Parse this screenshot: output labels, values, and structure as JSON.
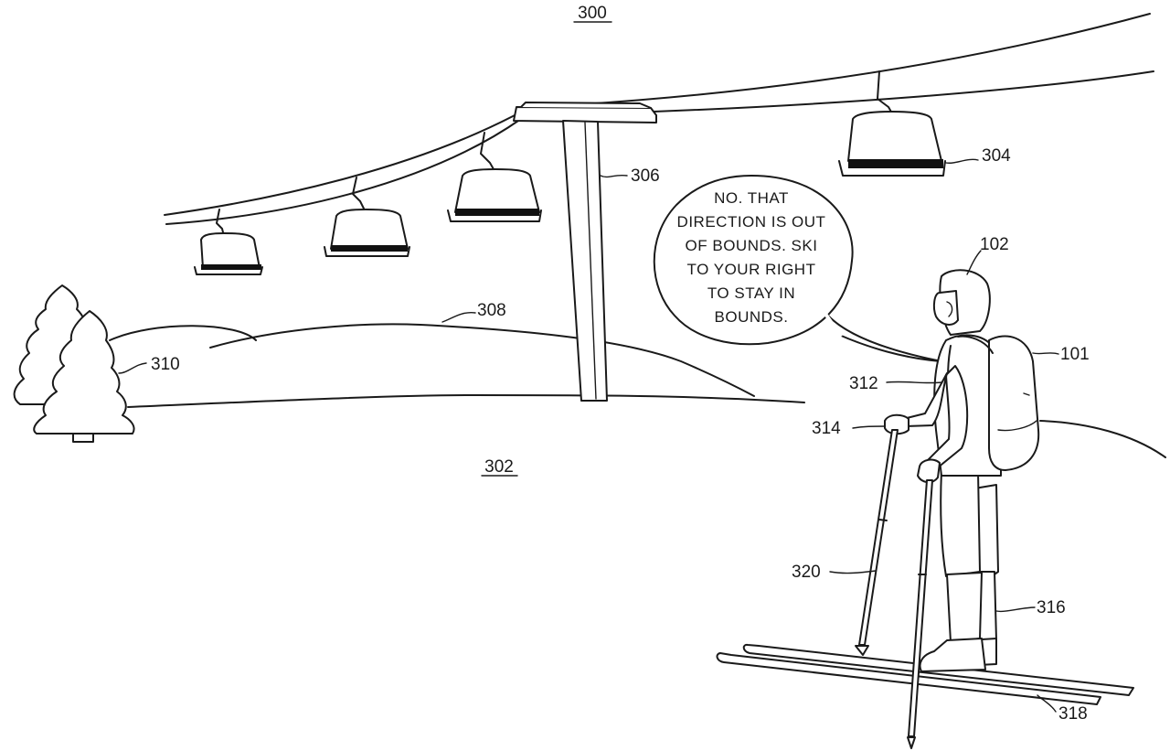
{
  "figure": {
    "figure_number": "300",
    "speech_bubble": {
      "lines": [
        "NO. THAT",
        "DIRECTION IS OUT",
        "OF BOUNDS. SKI",
        "TO YOUR RIGHT",
        "TO STAY IN",
        "BOUNDS."
      ]
    },
    "reference_labels": {
      "skier": "102",
      "backpack": "101",
      "chairlift_chair": "304",
      "lift_tower": "306",
      "hill": "308",
      "trees": "310",
      "speaker": "312",
      "hand": "314",
      "boot": "316",
      "ski": "318",
      "pole": "320",
      "slope": "302"
    }
  }
}
